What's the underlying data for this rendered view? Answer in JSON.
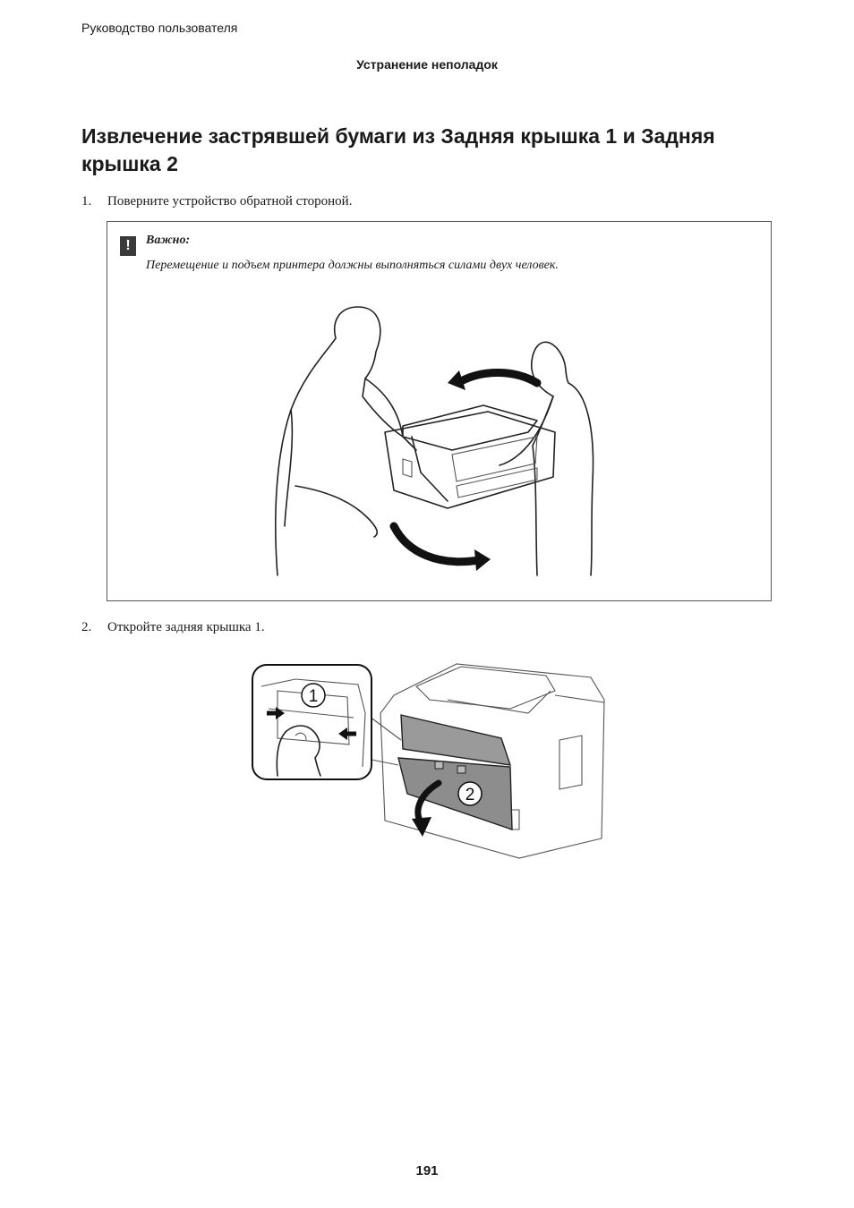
{
  "header": {
    "running_title": "Руководство пользователя",
    "section": "Устранение неполадок"
  },
  "title": "Извлечение застрявшей бумаги из Задняя крышка 1 и Задняя крышка 2",
  "steps": [
    {
      "number": "1.",
      "text": "Поверните устройство обратной стороной."
    },
    {
      "number": "2.",
      "text": "Откройте задняя крышка 1."
    }
  ],
  "notice": {
    "icon": "exclamation-icon",
    "title": "Важно:",
    "text": "Перемещение и подъем принтера должны выполняться силами двух человек."
  },
  "figure2": {
    "callout_1": "1",
    "callout_2": "2"
  },
  "footer": {
    "page_number": "191"
  }
}
